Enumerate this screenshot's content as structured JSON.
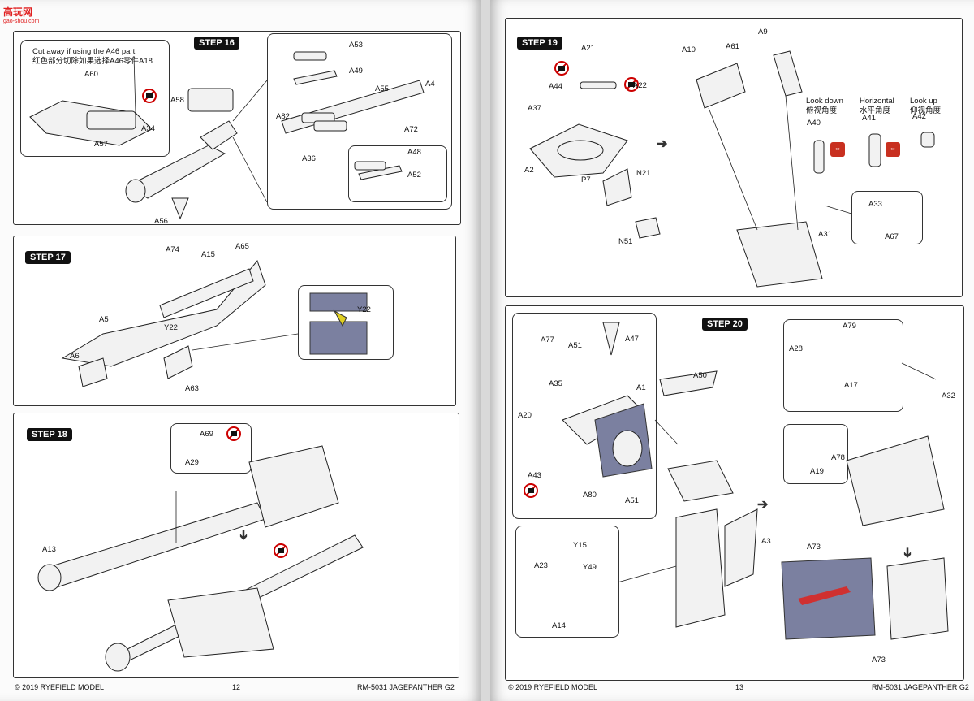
{
  "watermark": {
    "title": "高玩网",
    "site": "gao-shou.com"
  },
  "left_page": {
    "step16": {
      "title": "STEP 16",
      "note_en": "Cut away if using the A46 part",
      "note_cn": "红色部分切除如果选择A46零件",
      "labels": [
        "A18",
        "A60",
        "A34",
        "A57",
        "A58",
        "A56",
        "A53",
        "A49",
        "A55",
        "A4",
        "A82",
        "A72",
        "A36",
        "A48",
        "A52"
      ]
    },
    "step17": {
      "title": "STEP 17",
      "labels": [
        "A74",
        "A15",
        "A65",
        "A5",
        "Y22",
        "A6",
        "A63",
        "Y22"
      ]
    },
    "step18": {
      "title": "STEP 18",
      "labels": [
        "A69",
        "A29",
        "A13"
      ]
    },
    "footer": {
      "copyright": "© 2019 RYEFIELD MODEL",
      "page": "12",
      "product": "RM-5031 JAGEPANTHER G2"
    }
  },
  "right_page": {
    "step19": {
      "title": "STEP 19",
      "labels": [
        "A21",
        "A44",
        "A22",
        "A37",
        "A2",
        "P7",
        "N21",
        "N51",
        "A10",
        "A61",
        "A9",
        "A40",
        "A41",
        "A42",
        "A33",
        "A67",
        "A31"
      ],
      "view_down_en": "Look down",
      "view_down_cn": "俯视角度",
      "view_horiz_en": "Horizontal",
      "view_horiz_cn": "水平角度",
      "view_up_en": "Look up",
      "view_up_cn": "仰视角度"
    },
    "step20": {
      "title": "STEP 20",
      "labels": [
        "A77",
        "A51",
        "A47",
        "A35",
        "A1",
        "A20",
        "A43",
        "A80",
        "A51",
        "A50",
        "A79",
        "A28",
        "A17",
        "A32",
        "A78",
        "A19",
        "Y15",
        "A23",
        "Y49",
        "A14",
        "A3",
        "A73",
        "A73"
      ]
    },
    "footer": {
      "copyright": "© 2019 RYEFIELD MODEL",
      "page": "13",
      "product": "RM-5031 JAGEPANTHER G2"
    }
  }
}
